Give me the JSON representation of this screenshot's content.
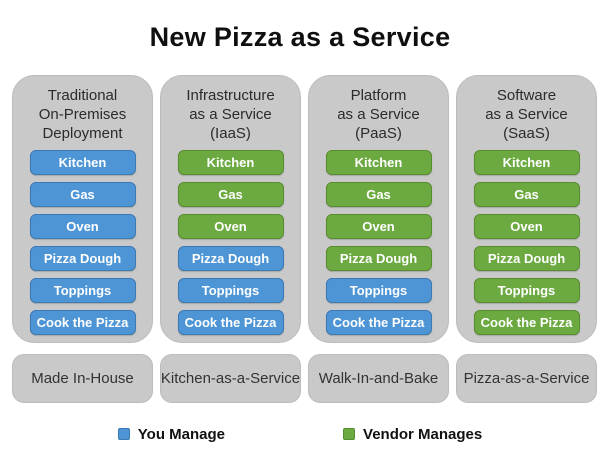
{
  "title": "New Pizza as a Service",
  "colors": {
    "you": "#4e95d6",
    "you_border": "#3b7ab2",
    "vendor": "#6caa41",
    "vendor_border": "#578d2e",
    "panel_bg": "#c9c9c9",
    "panel_border": "#bcbcbc"
  },
  "columns": [
    {
      "header_lines": [
        "Traditional",
        "On-Premises",
        "Deployment"
      ],
      "items": [
        {
          "label": "Kitchen",
          "managed_by": "you"
        },
        {
          "label": "Gas",
          "managed_by": "you"
        },
        {
          "label": "Oven",
          "managed_by": "you"
        },
        {
          "label": "Pizza Dough",
          "managed_by": "you"
        },
        {
          "label": "Toppings",
          "managed_by": "you"
        },
        {
          "label": "Cook the Pizza",
          "managed_by": "you"
        }
      ],
      "footer_label": "Made In-House"
    },
    {
      "header_lines": [
        "Infrastructure",
        "as a Service",
        "(IaaS)"
      ],
      "items": [
        {
          "label": "Kitchen",
          "managed_by": "vendor"
        },
        {
          "label": "Gas",
          "managed_by": "vendor"
        },
        {
          "label": "Oven",
          "managed_by": "vendor"
        },
        {
          "label": "Pizza Dough",
          "managed_by": "you"
        },
        {
          "label": "Toppings",
          "managed_by": "you"
        },
        {
          "label": "Cook the Pizza",
          "managed_by": "you"
        }
      ],
      "footer_label": "Kitchen-as-a-Service"
    },
    {
      "header_lines": [
        "Platform",
        "as a Service",
        "(PaaS)"
      ],
      "items": [
        {
          "label": "Kitchen",
          "managed_by": "vendor"
        },
        {
          "label": "Gas",
          "managed_by": "vendor"
        },
        {
          "label": "Oven",
          "managed_by": "vendor"
        },
        {
          "label": "Pizza Dough",
          "managed_by": "vendor"
        },
        {
          "label": "Toppings",
          "managed_by": "you"
        },
        {
          "label": "Cook the Pizza",
          "managed_by": "you"
        }
      ],
      "footer_label": "Walk-In-and-Bake"
    },
    {
      "header_lines": [
        "Software",
        "as a Service",
        "(SaaS)"
      ],
      "items": [
        {
          "label": "Kitchen",
          "managed_by": "vendor"
        },
        {
          "label": "Gas",
          "managed_by": "vendor"
        },
        {
          "label": "Oven",
          "managed_by": "vendor"
        },
        {
          "label": "Pizza Dough",
          "managed_by": "vendor"
        },
        {
          "label": "Toppings",
          "managed_by": "vendor"
        },
        {
          "label": "Cook the Pizza",
          "managed_by": "vendor"
        }
      ],
      "footer_label": "Pizza-as-a-Service"
    }
  ],
  "legend": {
    "items": [
      {
        "label": "You Manage",
        "managed_by": "you"
      },
      {
        "label": "Vendor Manages",
        "managed_by": "vendor"
      }
    ]
  }
}
